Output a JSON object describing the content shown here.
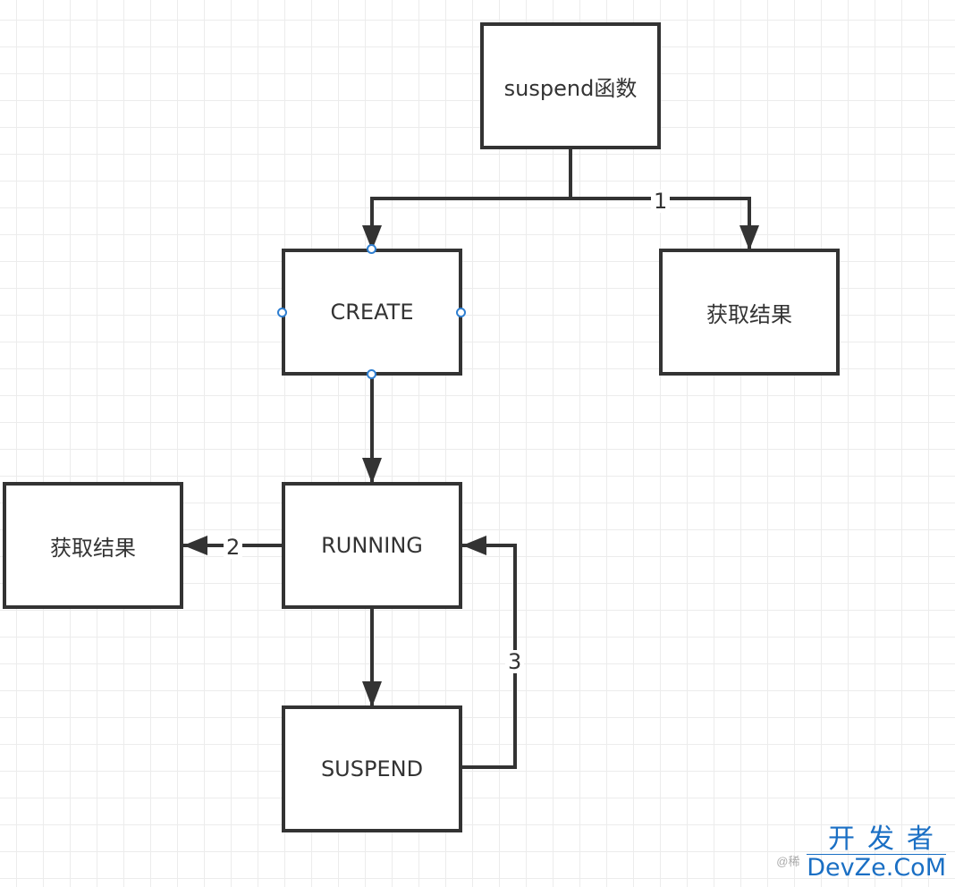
{
  "diagram": {
    "nodes": {
      "suspend_fn": "suspend函数",
      "create": "CREATE",
      "result_right": "获取结果",
      "running": "RUNNING",
      "result_left": "获取结果",
      "suspend": "SUSPEND"
    },
    "edges": [
      {
        "from": "suspend_fn",
        "to": "create",
        "label": ""
      },
      {
        "from": "suspend_fn",
        "to": "result_right",
        "label": "1"
      },
      {
        "from": "create",
        "to": "running",
        "label": ""
      },
      {
        "from": "running",
        "to": "result_left",
        "label": "2"
      },
      {
        "from": "running",
        "to": "suspend",
        "label": ""
      },
      {
        "from": "suspend",
        "to": "running",
        "label": "3"
      }
    ],
    "colors": {
      "stroke": "#333333",
      "handle": "#2f7fd1",
      "grid": "#ececec"
    }
  },
  "watermark": {
    "prefix": "@稀",
    "cn": "开发者",
    "en": "DevZe.CoM"
  }
}
